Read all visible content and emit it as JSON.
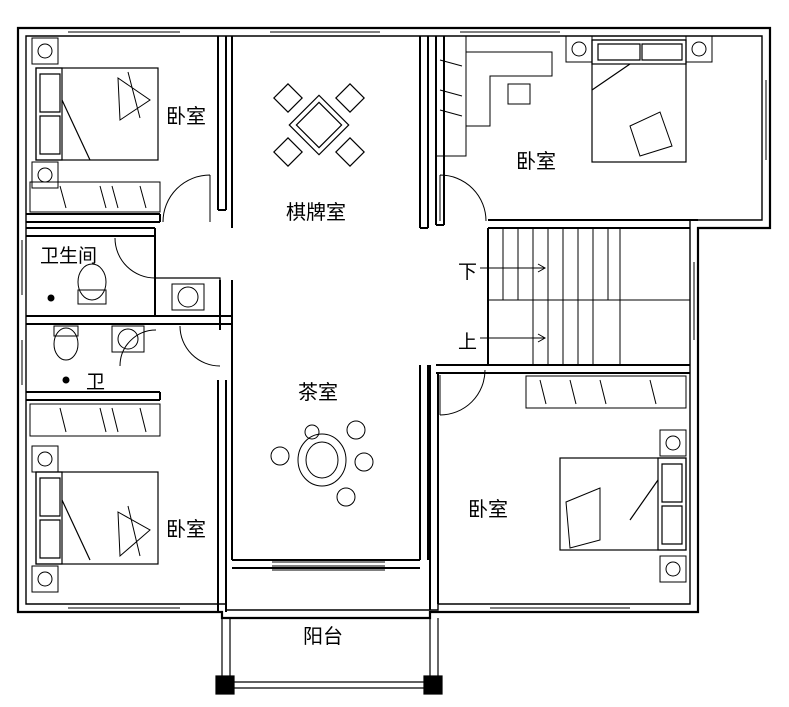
{
  "plan": {
    "rooms": {
      "bedroom_top_left": "卧室",
      "bedroom_top_right": "卧室",
      "bedroom_bottom_left": "卧室",
      "bedroom_bottom_right": "卧室",
      "chess_room": "棋牌室",
      "tea_room": "茶室",
      "bathroom_top": "卫生间",
      "bathroom_bottom": "卫",
      "balcony": "阳台"
    },
    "stairs": {
      "down_label": "下",
      "up_label": "上"
    },
    "line_color": "#000000",
    "background_color": "#ffffff"
  }
}
